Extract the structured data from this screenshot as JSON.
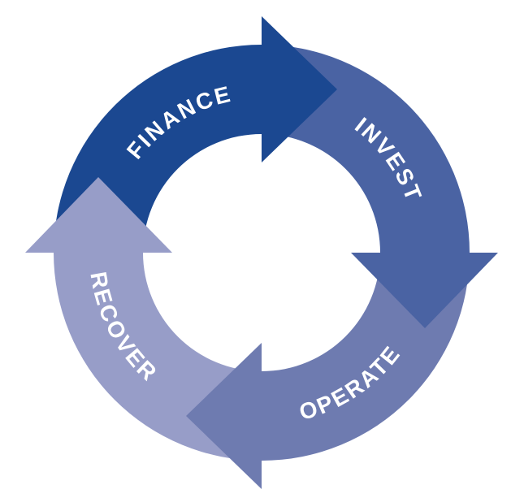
{
  "diagram": {
    "type": "cycle",
    "background": "#ffffff",
    "stages": [
      {
        "id": "finance",
        "label": "FINANCE",
        "color": "#1b4891"
      },
      {
        "id": "invest",
        "label": "INVEST",
        "color": "#4a63a3"
      },
      {
        "id": "operate",
        "label": "OPERATE",
        "color": "#6e7bb0"
      },
      {
        "id": "recover",
        "label": "RECOVER",
        "color": "#979dc8"
      }
    ],
    "flow": [
      "FINANCE",
      "INVEST",
      "OPERATE",
      "RECOVER",
      "FINANCE"
    ],
    "label_color": "#ffffff"
  }
}
